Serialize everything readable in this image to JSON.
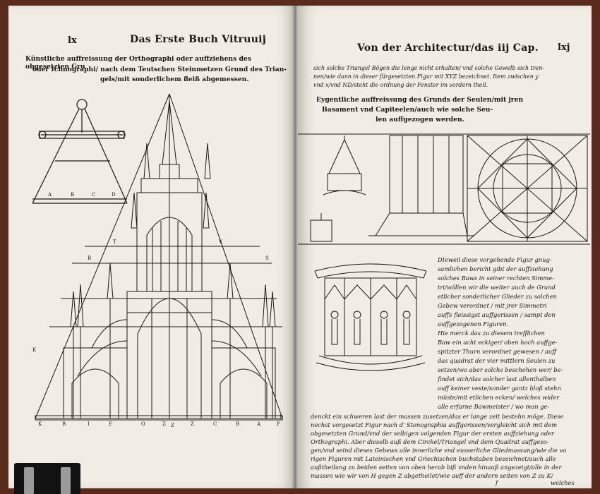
{
  "left_page": {
    "folio": "lx",
    "running_head": "Das Erste Buch Vitruuij",
    "caption_lines": [
      "Künstliche auffreissung der Orthographi oder auffziehens des obgesetzten Gru",
      "oder Ichnographi/ nach dem Teutschen Steinmetzen Grund des Trian-",
      "gels/mit sonderlichem fleiß abgemessen."
    ],
    "compass_letters": [
      "A",
      "B",
      "C",
      "D"
    ],
    "diagram_letters": [
      "R",
      "S",
      "T",
      "V",
      "Z",
      "K",
      "I"
    ],
    "base_letters": [
      "K",
      "B",
      "I",
      "E",
      "O",
      "Z",
      "Z",
      "C",
      "B",
      "A",
      "P"
    ]
  },
  "right_page": {
    "running_head": "Von der Architectur/das iij Cap.",
    "folio": "lxj",
    "top_text_lines": [
      "sich solche Triangel Bögen die lenge nicht erhalten/ vnd solche Gewelb sich tren-",
      "nen/wie dann in dieser fürgesetzten Figur mit XYZ bezeichnet. Item zwischen y",
      "vnd x/vnd ND/steht die ordnung der Fenster im vordern theil."
    ],
    "section_title_lines": [
      "Eygentliche auffreissung des Grunds der Seulen/mit jren",
      "Basament vnd Capiteelen/auch wie solche Seu-",
      "len auffgezogen werden."
    ],
    "side_text_lines": [
      "DIeweil diese vorgehende Figur gnug-",
      "samlichen bericht gibt der auffziehung",
      "solches Baws in seiner rechten Simme-",
      "tri/wöllen wir die weiter auch de Grund",
      "etlicher sonderlicher Glieder zu solchen",
      "Gebew verordnet / mit jrer Simmetri",
      "auffs fleissigst auffgerissen / sampt den",
      "auffgezogenen Figuren.",
      "Hie merck das zu diesem trefflichen",
      "Baw ein acht eckiger/ oben hoch auffge-",
      "spitzter Thurn verordnet gewesen / auff",
      "das quadrat der vier mittlern Seulen zu",
      "setzen/wo aber solchs beschehen wer/ be-",
      "findet sich/das solcher last allenthalben",
      "auff keiner veste/sonder gantz bloß stehn",
      "müste/mit etlichen ecken/ welches wider",
      "alle erfarne Bawmeister / wo man ge-"
    ],
    "full_text_lines": [
      "denckt ein schweren last der massen zusetzen/das er lange zeit bestehn möge. Diese",
      "nechst vorgesetzt Figur nach d' Stenographia auffgerissen/vergleicht sich mit dem",
      "obgesetzten Grund/vnd der selbigen volgenden Figur der ersten auffziehung oder",
      "Orthographi. Aber dieselb auß dem Circkel/Triangel vnd dem Quadrat auffgezo-",
      "gen/vnd seind dieses Gebews alle innerliche vnd eusserliche Gliedmassung/wie die vo",
      "rigen Figuren mit Lateinischen vnd Griechischen buchstaben bezeichnet/auch alle",
      "außtheilung zu beiden seiten von oben herab biß vnden hinauß angezeigt/alle in der",
      "massen wie wir von H gegen Z abgetheilet/wie auff der andern seiten von Z zu K/"
    ],
    "signature_mark": "f",
    "catchword": "welches"
  },
  "colors": {
    "paper": "#f1ede4",
    "ink": "#1a1714",
    "binding": "#5a2a1c"
  }
}
